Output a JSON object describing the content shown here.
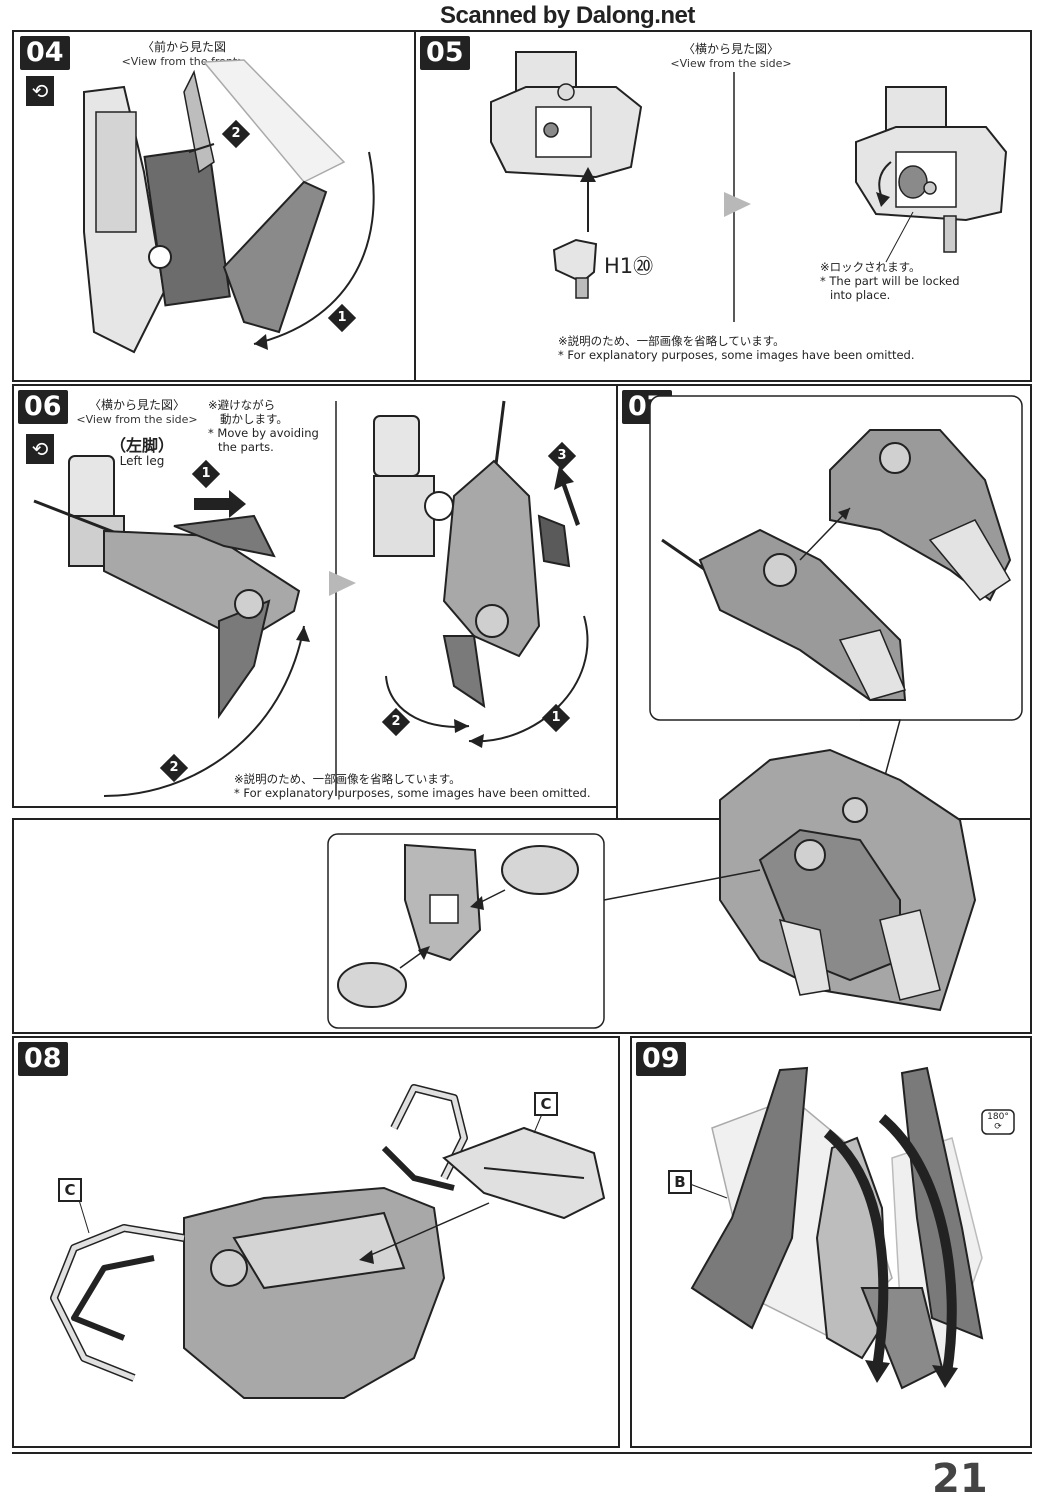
{
  "header": {
    "watermark": "Scanned by Dalong.net"
  },
  "page_number": "21",
  "steps": {
    "s04": {
      "num": "04",
      "jp": "〈前から見た図",
      "en": "<View from the front>",
      "bubbles": [
        "2",
        "1"
      ]
    },
    "s05": {
      "num": "05",
      "jp": "〈横から見た図〉",
      "en": "<View from the side>",
      "part": "H1",
      "part_num": "⑳",
      "lock_jp": "※ロックされます。",
      "lock_en1": "* The part will be locked",
      "lock_en2": "into place.",
      "omit_jp": "※説明のため、一部画像を省略しています。",
      "omit_en": "* For explanatory purposes, some images have been omitted."
    },
    "s06": {
      "num": "06",
      "jp": "〈横から見た図〉",
      "en": "<View from the side>",
      "avoid_jp1": "※避けながら",
      "avoid_jp2": "動かします。",
      "avoid_en1": "* Move by avoiding",
      "avoid_en2": "the parts.",
      "leg_jp": "（左脚）",
      "leg_en": "Left leg",
      "bubbles": [
        "1",
        "2",
        "3",
        "2",
        "1"
      ],
      "omit_jp": "※説明のため、一部画像を省略しています。",
      "omit_en": "* For explanatory purposes, some images have been omitted."
    },
    "s07": {
      "num": "07"
    },
    "s08": {
      "num": "08",
      "tag_left": "C",
      "tag_right": "C"
    },
    "s09": {
      "num": "09",
      "tag": "B",
      "rotate": "180°"
    }
  },
  "colors": {
    "ink": "#222222",
    "part_gray": "#8a8a8a",
    "light_gray": "#cfcfcf"
  }
}
